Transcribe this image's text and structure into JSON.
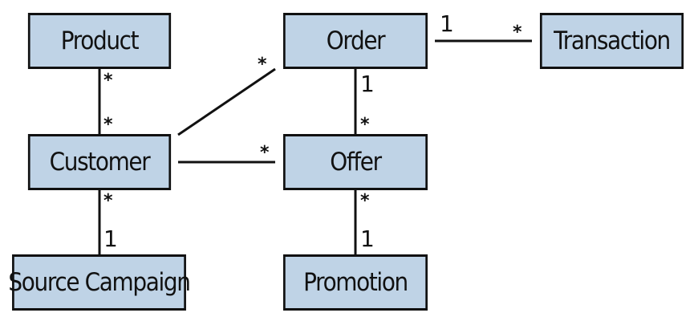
{
  "entities": {
    "product": "Product",
    "order": "Order",
    "transaction": "Transaction",
    "customer": "Customer",
    "offer": "Offer",
    "source_campaign": "Source Campaign",
    "promotion": "Promotion"
  },
  "multiplicities": {
    "product_customer_top": "*",
    "product_customer_bottom": "*",
    "order_customer_order_end": "*",
    "order_transaction_order_end": "1",
    "order_transaction_transaction_end": "*",
    "order_offer_order_end": "1",
    "order_offer_offer_end": "*",
    "customer_offer_offer_end": "*",
    "customer_source_customer_end": "*",
    "customer_source_source_end": "1",
    "offer_promotion_offer_end": "*",
    "offer_promotion_promotion_end": "1"
  },
  "colors": {
    "box_fill": "#bfd3e6",
    "stroke": "#111111",
    "background": "#ffffff"
  }
}
